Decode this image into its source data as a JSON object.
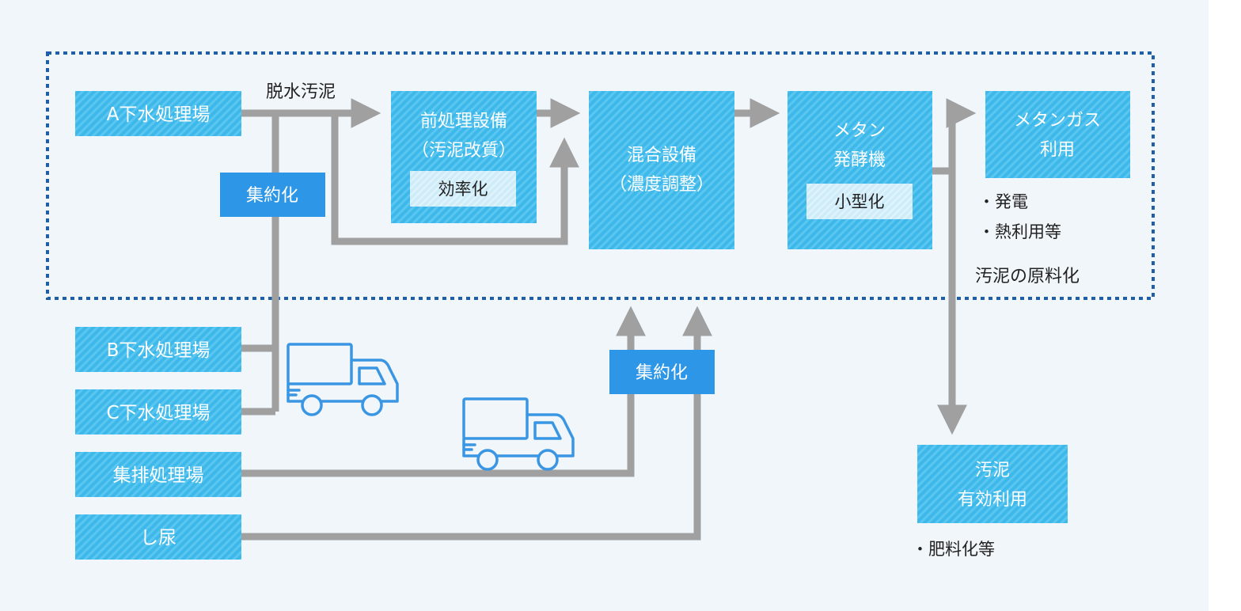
{
  "colors": {
    "background": "#f1f6fa",
    "box_fill": "#3db8ea",
    "box_stripe": "#5ec8f0",
    "badge_light": "#cdebf8",
    "badge_blue": "#2d96e6",
    "connector": "#a0a0a0",
    "dotted_border": "#1f5fa8",
    "text_dark": "#222222",
    "text_light": "#ffffff",
    "truck": "#3a96e3"
  },
  "sources": {
    "a_plant": "A下水処理場",
    "b_plant": "B下水処理場",
    "c_plant": "C下水処理場",
    "collection_plant": "集排処理場",
    "night_soil": "し尿"
  },
  "labels": {
    "dewatered_sludge": "脱水汚泥",
    "consolidation_1": "集約化",
    "consolidation_2": "集約化",
    "sludge_feedstock": "汚泥の原料化"
  },
  "processes": {
    "pretreatment": {
      "line1": "前処理設備",
      "line2": "（汚泥改質）",
      "badge": "効率化"
    },
    "mixing": {
      "line1": "混合設備",
      "line2": "（濃度調整）"
    },
    "digester": {
      "line1": "メタン",
      "line2": "発酵機",
      "badge": "小型化"
    },
    "methane_use": {
      "line1": "メタンガス",
      "line2": "利用",
      "note1": "・発電",
      "note2": "・熱利用等"
    },
    "sludge_use": {
      "line1": "汚泥",
      "line2": "有効利用",
      "note1": "・肥料化等"
    }
  },
  "icons": [
    "truck-icon",
    "truck-icon"
  ]
}
